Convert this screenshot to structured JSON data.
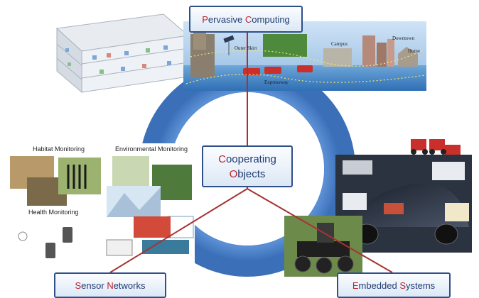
{
  "nodes": {
    "pervasive": {
      "part1_initial": "P",
      "part1_rest": "ervasive ",
      "part2_initial": "C",
      "part2_rest": "omputing"
    },
    "cooperating": {
      "line1_initial": "C",
      "line1_rest": "ooperating",
      "line2_initial": "O",
      "line2_rest": "bjects"
    },
    "sensor": {
      "part1_initial": "S",
      "part1_rest": "ensor ",
      "part2_initial": "N",
      "part2_rest": "etworks"
    },
    "embedded": {
      "part1_initial": "E",
      "part1_rest": "mbedded ",
      "part2_initial": "S",
      "part2_rest": "ystems"
    }
  },
  "city_labels": {
    "outer_skirt": "Outer Skirt",
    "campus": "Campus",
    "downtown": "Downtown",
    "home": "Home",
    "expressway": "Expressway"
  },
  "sensor_panel": {
    "habitat": "Habitat Monitoring",
    "environmental": "Environmental Monitoring",
    "health": "Health Monitoring"
  },
  "colors": {
    "ring": "#4a7fc8",
    "ring_dark": "#2f5fa8",
    "connector": "#a83232",
    "label_border": "#2f4f8a",
    "highlight": "#c0202a",
    "label_text": "#1f3b73"
  }
}
